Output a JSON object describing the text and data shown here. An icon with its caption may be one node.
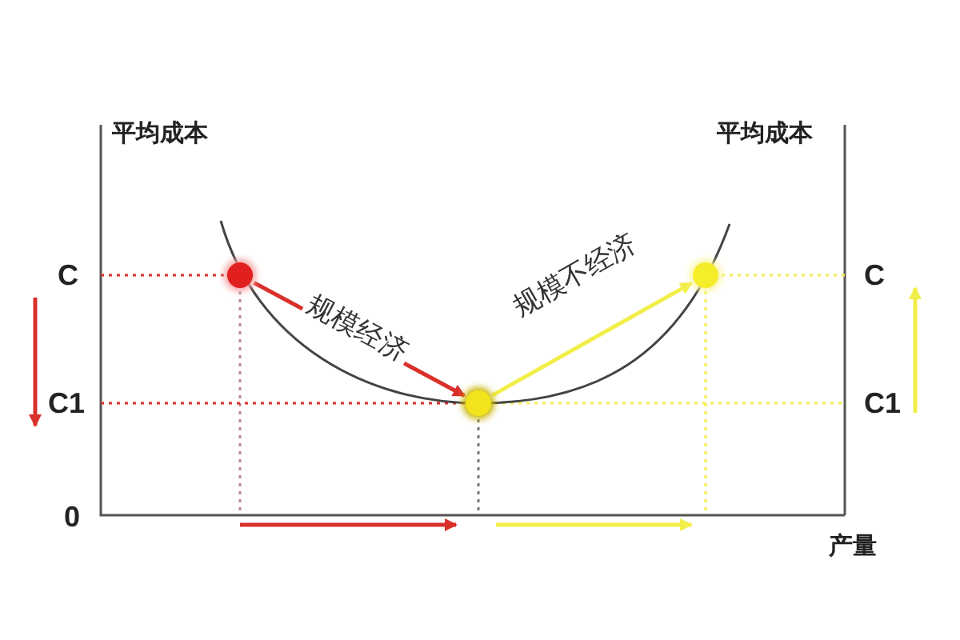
{
  "diagram": {
    "nodes": [
      {
        "text": [],
        "shape": "circle"
      },
      {
        "text": [],
        "shape": "circle"
      },
      {
        "text": [],
        "shape": "circle"
      }
    ],
    "edges": [
      {
        "from": 0,
        "to": 1,
        "arrow": "to",
        "label": "规模经济",
        "color": "#d9302a"
      },
      {
        "from": 1,
        "to": 2,
        "arrow": "to",
        "label": "规模不经济",
        "color": "#f2ee4a"
      }
    ],
    "labels": [
      "平均成本",
      "平均成本",
      "C",
      "C",
      "C1",
      "C1",
      "0",
      "产量"
    ]
  }
}
